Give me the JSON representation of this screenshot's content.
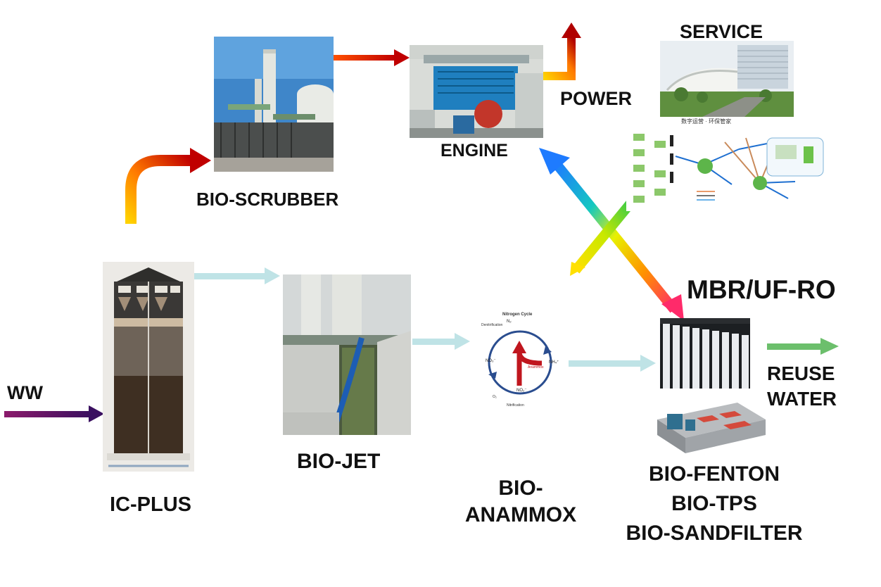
{
  "labels": {
    "ww": "WW",
    "ic_plus": "IC-PLUS",
    "bio_scrubber": "BIO-SCRUBBER",
    "engine": "ENGINE",
    "power": "POWER",
    "service": "SERVICE",
    "bio_jet": "BIO-JET",
    "bio_anammox_1": "BIO-",
    "bio_anammox_2": "ANAMMOX",
    "mbr": "MBR/UF-RO",
    "reuse_1": "REUSE",
    "reuse_2": "WATER",
    "fenton_1": "BIO-FENTON",
    "fenton_2": "BIO-TPS",
    "fenton_3": "BIO-SANDFILTER"
  },
  "anammox_cycle": {
    "title": "Nitrogen Cycle",
    "denit": "Denitrification",
    "nh4": "NH₄⁺",
    "no2": "NO₂⁻",
    "no3": "NO₃⁻",
    "n2": "N₂",
    "o2": "O₂",
    "anammox": "Anammox",
    "nitrification": "Nitrification"
  },
  "service_caption": "数字运营 · 环保管家",
  "colors": {
    "water_arrow": "#bfe3e6",
    "ww_arrow": "#5a1a5c",
    "reuse_arrow": "#6cbf6c"
  }
}
